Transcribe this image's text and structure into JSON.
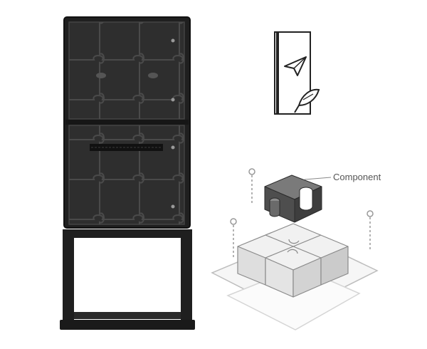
{
  "figure": {
    "callout_label": "Component"
  },
  "colors": {
    "cabinet_dark": "#262626",
    "cabinet_edge": "#111111",
    "panel": "#333333",
    "block_light": "#ebebeb",
    "block_mid": "#d9d9d9",
    "component_dark": "#4a4a4a",
    "component_mid": "#6e6e6e",
    "guide": "#999999"
  },
  "icons": {
    "cabinet": "modular-puzzle-cabinet",
    "document": "document-send-quill-icon",
    "component": "puzzle-component-block"
  }
}
